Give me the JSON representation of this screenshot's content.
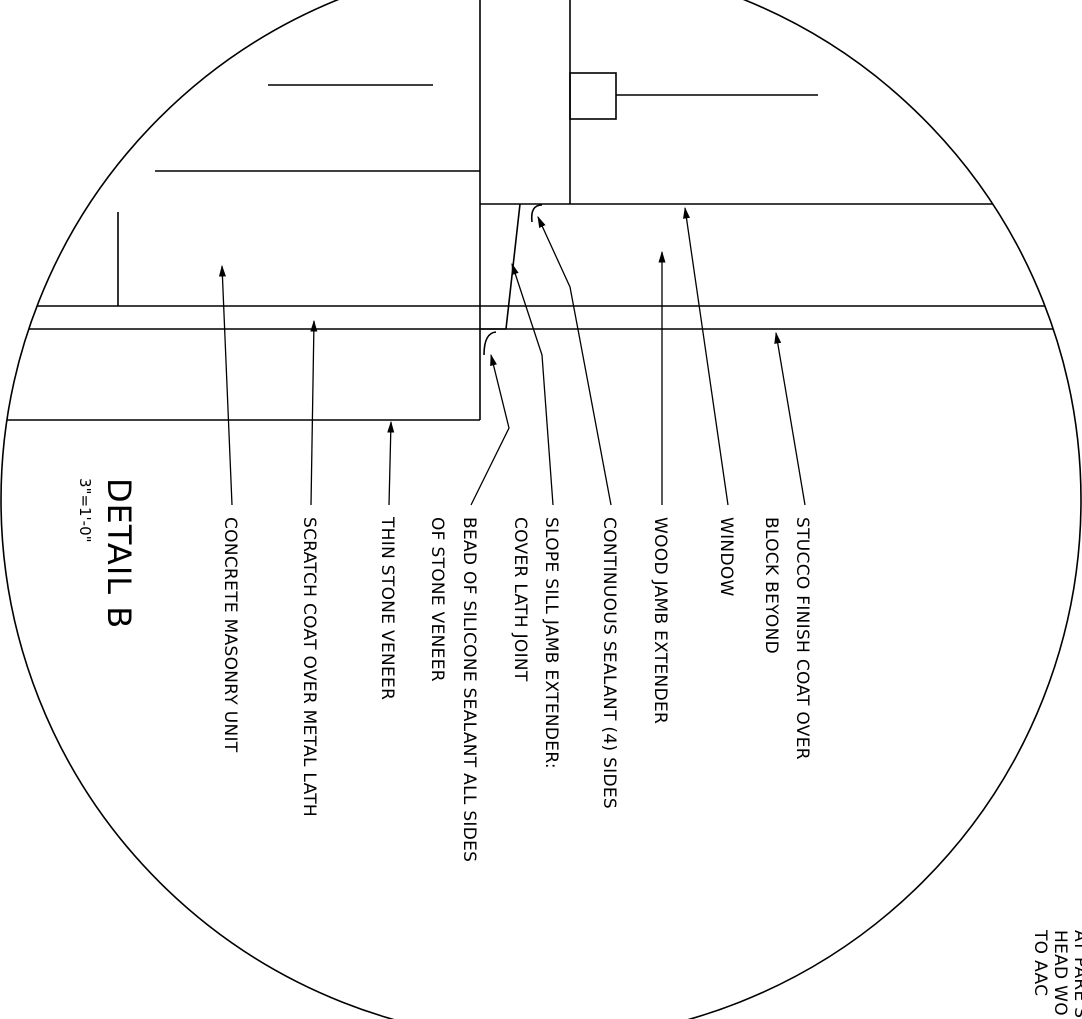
{
  "detail": {
    "title": "DETAIL B",
    "scale": "3\"=1'-0\""
  },
  "labels": {
    "concrete_masonry": "CONCRETE MASONRY UNIT",
    "scratch_coat": "SCRATCH COAT OVER METAL LATH",
    "thin_stone": "THIN STONE VENEER",
    "bead_line1": "BEAD OF SILICONE SEALANT ALL SIDES",
    "bead_line2": "OF STONE VENEER",
    "slope_sill_line1": "SLOPE SILL JAMB EXTENDER:",
    "slope_sill_line2": "COVER LATH JOINT",
    "continuous_sealant": "CONTINUOUS SEALANT (4) SIDES",
    "wood_jamb": "WOOD JAMB EXTENDER",
    "window": "WINDOW",
    "stucco_line1": "STUCCO FINISH COAT OVER",
    "stucco_line2": "BLOCK BEYOND"
  },
  "side_note": {
    "line1": "AT PARE S",
    "line2": "HEAD WO",
    "line3": "TO AAC"
  }
}
